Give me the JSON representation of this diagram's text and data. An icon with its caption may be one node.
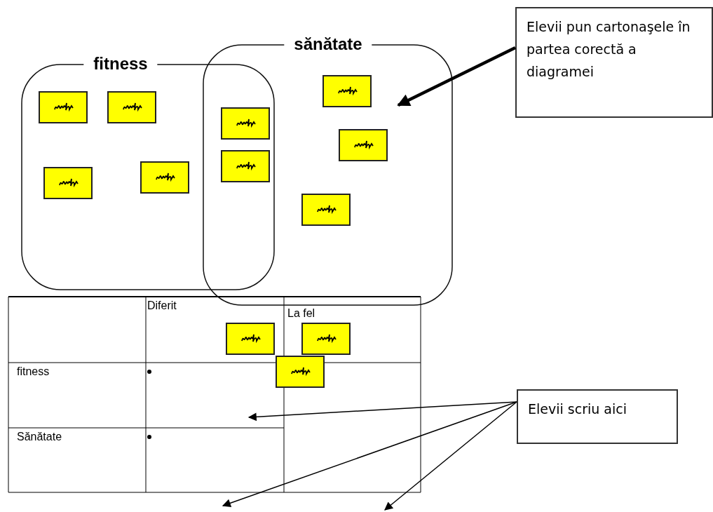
{
  "diagram": {
    "nodes": [
      {
        "text": [
          "fitness"
        ]
      },
      {
        "text": [],
        "shape": "box",
        "in": 0
      },
      {
        "text": [],
        "shape": "box",
        "in": 0
      },
      {
        "text": [],
        "shape": "box",
        "in": 0
      },
      {
        "text": [],
        "shape": "box",
        "in": 0
      },
      {
        "text": [
          "sănătate"
        ]
      },
      {
        "text": [],
        "shape": "box"
      },
      {
        "text": [],
        "shape": "box"
      },
      {
        "text": [],
        "shape": "box",
        "in": 5
      },
      {
        "text": [],
        "shape": "box",
        "in": 5
      },
      {
        "text": [],
        "shape": "box",
        "in": 5
      },
      {
        "text": [],
        "shape": "box"
      },
      {
        "text": [],
        "shape": "box"
      },
      {
        "text": [],
        "shape": "box"
      },
      {
        "text": [
          "Elevii pun cartonaşele în partea corectă a diagramei"
        ]
      },
      {
        "text": [
          "Elevii scriu aici"
        ]
      }
    ],
    "edges": [
      {
        "from": 14,
        "to": null,
        "arrow": "to",
        "style": "thick"
      },
      {
        "from": 15,
        "to": null,
        "arrow": "to"
      },
      {
        "from": 15,
        "to": null,
        "arrow": "to"
      },
      {
        "from": 15,
        "to": null,
        "arrow": "to"
      }
    ],
    "labels": [
      "Diferit",
      "La fel",
      "fitness",
      "Sănătate"
    ]
  }
}
